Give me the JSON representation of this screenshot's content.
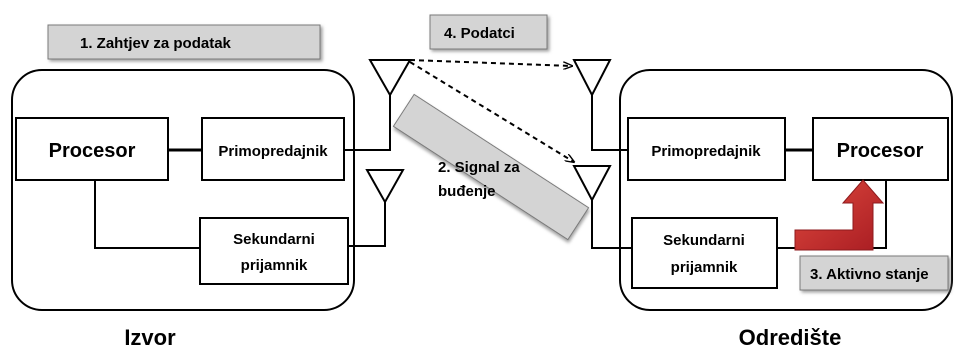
{
  "steps": {
    "request": "1. Zahtjev za podatak",
    "data": "4. Podatci",
    "wakeup_line1": "2. Signal za",
    "wakeup_line2": "buđenje",
    "active": "3. Aktivno stanje"
  },
  "source": {
    "name": "Izvor",
    "processor": "Procesor",
    "transceiver": "Primopredajnik",
    "receiver_line1": "Sekundarni",
    "receiver_line2": "prijamnik"
  },
  "destination": {
    "name": "Odredište",
    "processor": "Procesor",
    "transceiver": "Primopredajnik",
    "receiver_line1": "Sekundarni",
    "receiver_line2": "prijamnik"
  },
  "colors": {
    "label_box_fill": "#d4d4d4",
    "arrow_red": "#c0282b"
  }
}
